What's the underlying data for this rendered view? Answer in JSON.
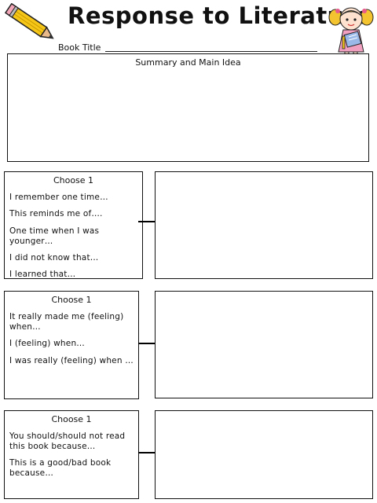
{
  "header": {
    "title": "Response to Literature",
    "book_title_label": "Book Title"
  },
  "summary": {
    "label": "Summary and Main Idea"
  },
  "sections": [
    {
      "heading": "Choose 1",
      "prompts": [
        "I remember one time…",
        "This reminds me of….",
        "One time when I was younger…",
        "I did not know that…",
        "I learned that…"
      ]
    },
    {
      "heading": "Choose 1",
      "prompts": [
        "It really made me (feeling) when…",
        "I (feeling) when…",
        "I was really (feeling) when …"
      ]
    },
    {
      "heading": "Choose 1",
      "prompts": [
        "You should/should not read this book because…",
        "This is a good/bad book because…"
      ]
    }
  ],
  "icons": [
    "pencil-icon",
    "girl-reading-icon",
    "arrow-right-icon"
  ],
  "colors": {
    "pencil_yellow": "#f5c518",
    "pencil_tip": "#e8b98a",
    "girl_hair": "#f4c430",
    "girl_dress": "#f2a0c0",
    "book": "#9ab8e8"
  }
}
